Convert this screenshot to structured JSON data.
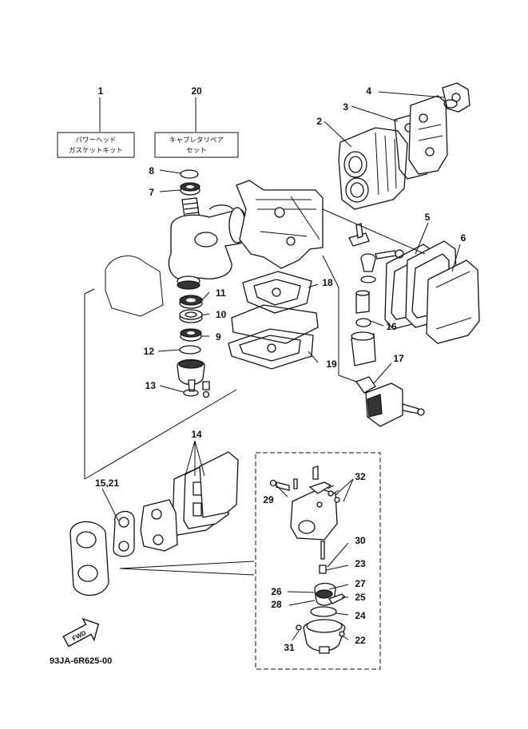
{
  "labels": {
    "kit1_number": "1",
    "kit1_line1": "パワーヘッド",
    "kit1_line2": "ガスケットキット",
    "kit20_number": "20",
    "kit20_line1": "キャブレタリペア",
    "kit20_line2": "セット",
    "p2": "2",
    "p3": "3",
    "p4": "4",
    "p5": "5",
    "p6": "6",
    "p7": "7",
    "p8": "8",
    "p9": "9",
    "p10": "10",
    "p11": "11",
    "p12": "12",
    "p13": "13",
    "p14": "14",
    "p15_21": "15,21",
    "p16": "16",
    "p17": "17",
    "p18": "18",
    "p19": "19",
    "p22": "22",
    "p23": "23",
    "p24": "24",
    "p25": "25",
    "p26": "26",
    "p27": "27",
    "p28": "28",
    "p29": "29",
    "p30": "30",
    "p31": "31",
    "p32": "32"
  },
  "fwd_badge": "FWD",
  "diagram_code": "93JA-6R625-00"
}
